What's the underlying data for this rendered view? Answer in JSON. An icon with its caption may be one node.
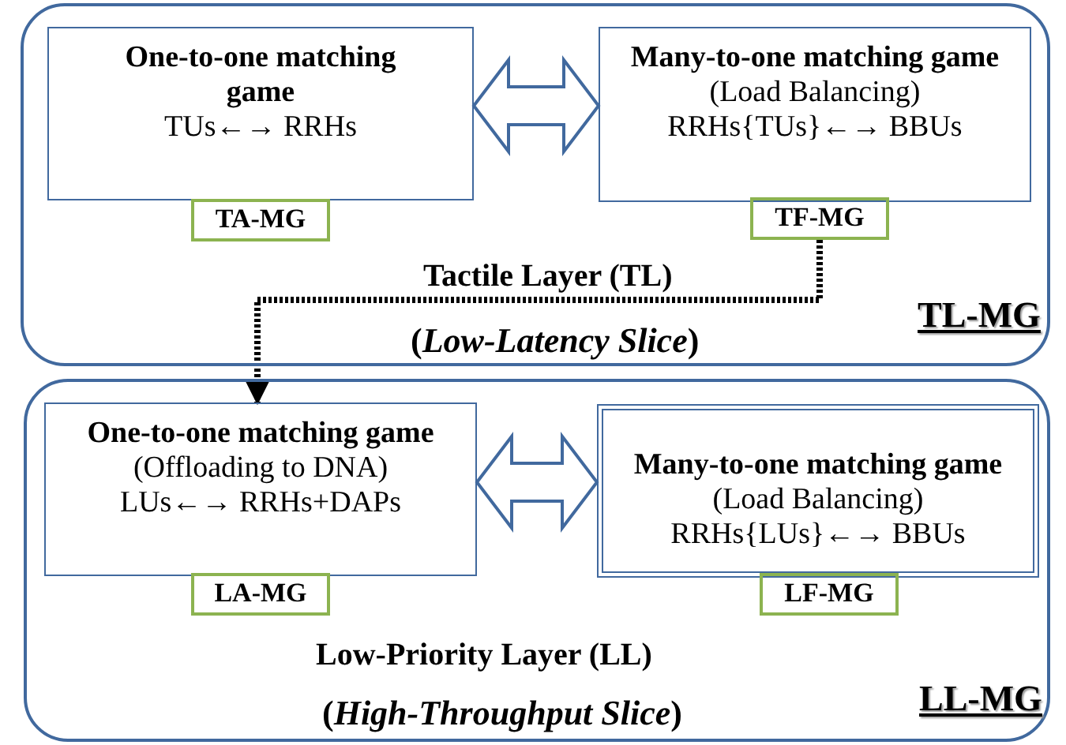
{
  "diagram": {
    "nodes": [
      {
        "text": [
          "Tactile Layer (TL)",
          "(*Low-Latency Slice*)",
          "TL-MG"
        ]
      },
      {
        "text": [
          "**One-to-one matching game**",
          "TUs←→ RRHs"
        ],
        "in": 0
      },
      {
        "text": [
          "**Many-to-one matching game** (Load Balancing)",
          "RRHs{TUs}←→ BBUs"
        ],
        "in": 0
      },
      {
        "text": [
          "TA-MG"
        ],
        "in": 0
      },
      {
        "text": [
          "TF-MG"
        ],
        "in": 0
      },
      {
        "text": [
          "Low-Priority Layer (LL)",
          "(*High-Throughput Slice*)",
          "LL-MG"
        ]
      },
      {
        "text": [
          "**One-to-one matching game** (Offloading to DNA)",
          "LUs←→ RRHs+DAPs"
        ],
        "in": 5
      },
      {
        "text": [
          "**Many-to-one matching game** (Load Balancing)",
          "RRHs{LUs}←→ BBUs"
        ],
        "in": 5
      },
      {
        "text": [
          "LA-MG"
        ],
        "in": 5
      },
      {
        "text": [
          "LF-MG"
        ],
        "in": 5
      }
    ],
    "edges": [
      {
        "from": 1,
        "to": 2,
        "arrow": "both",
        "style": "thick"
      },
      {
        "from": 4,
        "to": 6,
        "arrow": "to",
        "style": "dashed",
        "color": "#000000"
      },
      {
        "from": 6,
        "to": 7,
        "arrow": "both",
        "style": "thick"
      }
    ]
  }
}
